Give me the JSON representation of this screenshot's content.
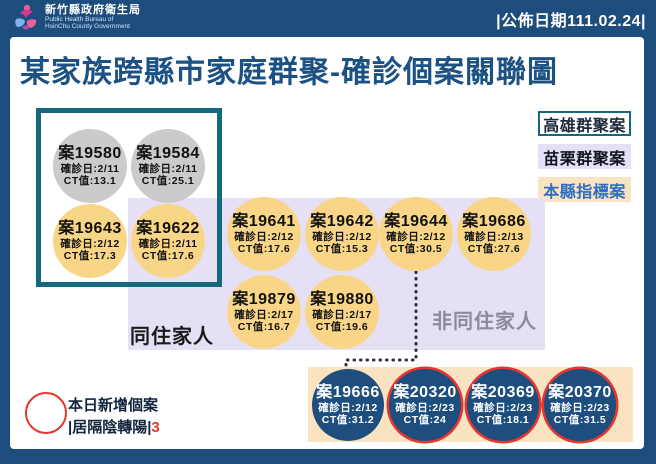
{
  "header": {
    "logo_icon": "bureau-logo",
    "org_name_zh": "新竹縣政府衛生局",
    "org_name_en_line1": "Public Health Bureau of",
    "org_name_en_line2": "HsinChu County Government",
    "publish_date": "|公佈日期111.02.24|"
  },
  "title": "某家族跨縣市家庭群聚-確診個案關聯圖",
  "legend": {
    "kaohsiung": "高雄群聚案",
    "miaoli": "苗栗群聚案",
    "county": "本縣指標案"
  },
  "group_labels": {
    "cohabit": "同住家人",
    "non_cohabit": "非同住家人"
  },
  "cases": [
    {
      "name": "案19580",
      "date": "確診日:2/11",
      "ct": "CT值:13.1",
      "cluster": "高雄群聚案"
    },
    {
      "name": "案19584",
      "date": "確診日:2/11",
      "ct": "CT值:25.1",
      "cluster": "高雄群聚案"
    },
    {
      "name": "案19643",
      "date": "確診日:2/12",
      "ct": "CT值:17.3",
      "cluster": "高雄群聚案"
    },
    {
      "name": "案19622",
      "date": "確診日:2/11",
      "ct": "CT值:17.6",
      "cluster": "高雄群聚案+苗栗群聚案"
    },
    {
      "name": "案19641",
      "date": "確診日:2/12",
      "ct": "CT值:17.6",
      "cluster": "苗栗群聚案"
    },
    {
      "name": "案19642",
      "date": "確診日:2/12",
      "ct": "CT值:15.3",
      "cluster": "苗栗群聚案"
    },
    {
      "name": "案19644",
      "date": "確診日:2/12",
      "ct": "CT值:30.5",
      "cluster": "苗栗群聚案"
    },
    {
      "name": "案19686",
      "date": "確診日:2/13",
      "ct": "CT值:27.6",
      "cluster": "苗栗群聚案"
    },
    {
      "name": "案19879",
      "date": "確診日:2/17",
      "ct": "CT值:16.7",
      "cluster": "苗栗群聚案"
    },
    {
      "name": "案19880",
      "date": "確診日:2/17",
      "ct": "CT值:19.6",
      "cluster": "苗栗群聚案"
    },
    {
      "name": "案19666",
      "date": "確診日:2/12",
      "ct": "CT值:31.2",
      "cluster": "本縣指標案"
    },
    {
      "name": "案20320",
      "date": "確診日:2/23",
      "ct": "CT值:24",
      "cluster": "本縣指標案",
      "new_today": true
    },
    {
      "name": "案20369",
      "date": "確診日:2/23",
      "ct": "CT值:18.1",
      "cluster": "本縣指標案",
      "new_today": true
    },
    {
      "name": "案20370",
      "date": "確診日:2/23",
      "ct": "CT值:31.5",
      "cluster": "本縣指標案",
      "new_today": true
    }
  ],
  "new_case_legend": {
    "line1": "本日新增個案",
    "line2_prefix": "|居隔陰轉陽|",
    "count": "3"
  },
  "colors": {
    "frame_navy": "#1d4d7c",
    "title_navy": "#1b5183",
    "kaohsiung_border_teal": "#15697d",
    "miaoli_lavender": "#e6e0f7",
    "county_orange": "#fae3c0",
    "case_gray": "#cbcbcb",
    "case_yellow": "#f9d687",
    "case_navy": "#1d4e7e",
    "new_case_red": "#e5372f",
    "non_cohabit_gray": "#8d8a9b"
  }
}
